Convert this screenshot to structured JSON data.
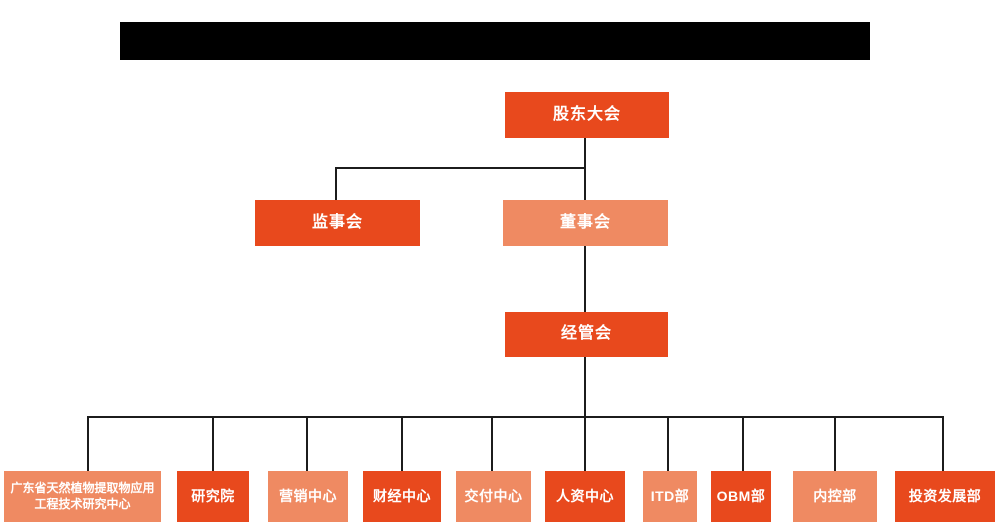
{
  "colors": {
    "primary": "#E8491D",
    "secondary": "#EF8A62",
    "line": "#1C1C1C",
    "redacted_bar": "#000000",
    "node_text": "#FFFFFF",
    "background": "#FFFFFF"
  },
  "org": {
    "root": {
      "label": "股东大会",
      "tone": "primary"
    },
    "supervisory": {
      "label": "监事会",
      "tone": "primary"
    },
    "board": {
      "label": "董事会",
      "tone": "secondary"
    },
    "management": {
      "label": "经管会",
      "tone": "primary"
    },
    "departments": [
      {
        "label": "广东省天然植物提取物应用工程技术研究中心",
        "tone": "secondary"
      },
      {
        "label": "研究院",
        "tone": "primary"
      },
      {
        "label": "营销中心",
        "tone": "secondary"
      },
      {
        "label": "财经中心",
        "tone": "primary"
      },
      {
        "label": "交付中心",
        "tone": "secondary"
      },
      {
        "label": "人资中心",
        "tone": "primary"
      },
      {
        "label": "ITD部",
        "tone": "secondary"
      },
      {
        "label": "OBM部",
        "tone": "primary"
      },
      {
        "label": "内控部",
        "tone": "secondary"
      },
      {
        "label": "投资发展部",
        "tone": "primary"
      }
    ]
  }
}
